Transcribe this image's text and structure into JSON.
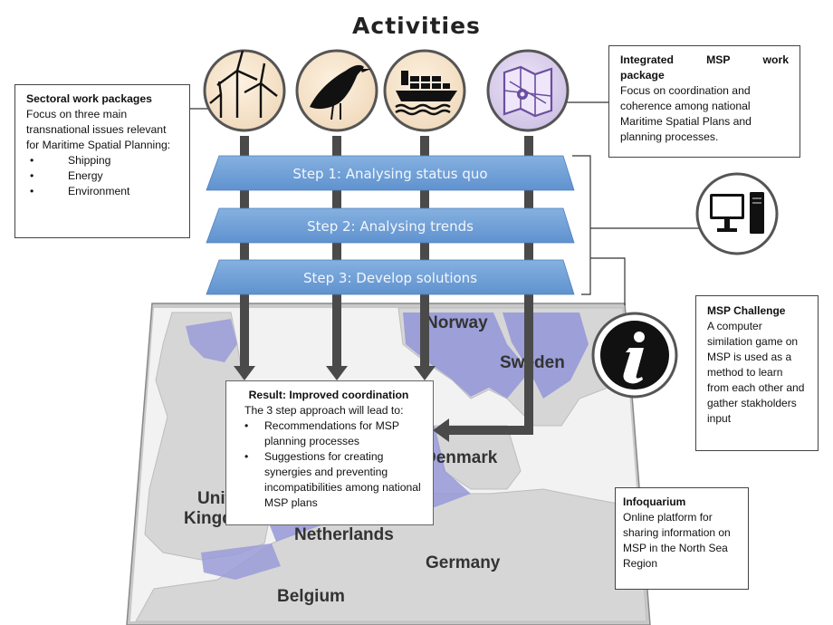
{
  "title": "Activities",
  "sectoral": {
    "heading": "Sectoral work packages",
    "text": "Focus on three main transnational issues relevant for Maritime Spatial Planning:",
    "items": [
      "Shipping",
      "Energy",
      "Environment"
    ]
  },
  "integrated": {
    "heading_line1": "Integrated MSP work",
    "heading_line2": "package",
    "text": "Focus on coordination and coherence among national Maritime Spatial Plans and planning processes."
  },
  "steps": [
    "Step 1: Analysing status quo",
    "Step 2: Analysing trends",
    "Step 3: Develop solutions"
  ],
  "result": {
    "heading": "Result: Improved coordination",
    "intro": "The 3 step approach will lead to:",
    "items": [
      "Recommendations for MSP planning processes",
      "Suggestions for creating synergies and preventing incompatibilities among national MSP plans"
    ]
  },
  "challenge": {
    "heading": "MSP Challenge",
    "text": "A computer similation game on MSP is used as a method to learn from each other and gather stakholders input"
  },
  "infoquarium": {
    "heading": "Infoquarium",
    "text": "Online platform for sharing information on MSP in the North Sea Region"
  },
  "map_labels": {
    "norway": "Norway",
    "sweden": "Sweden",
    "denmark": "Denmark",
    "uk_line1": "United",
    "uk_line2": "Kingdom",
    "netherlands": "Netherlands",
    "germany": "Germany",
    "belgium": "Belgium"
  },
  "icons": [
    "wind-turbine-icon",
    "seabird-icon",
    "cargo-ship-icon",
    "map-icon",
    "computer-icon",
    "info-icon"
  ],
  "colors": {
    "step_band": "#6f9fd6",
    "map_land": "#d8d8d8",
    "map_sea_zone": "#9a9cd8",
    "icon_circle": "#f6e4cc",
    "map_icon_circle": "#d9cdec",
    "arrow": "#555555"
  }
}
